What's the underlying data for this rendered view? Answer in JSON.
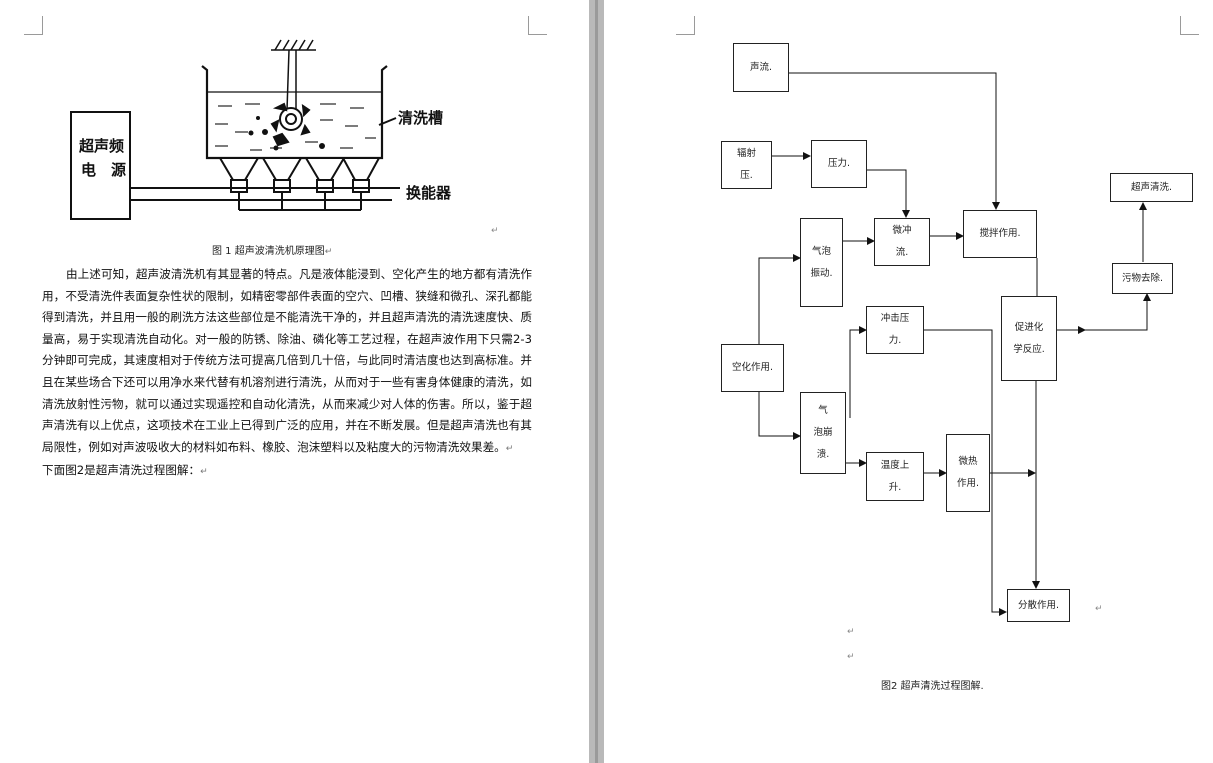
{
  "left_page": {
    "figure1": {
      "label_tank": "清洗槽",
      "label_transducer": "换能器",
      "label_power_line1": "超声频",
      "label_power_line2": "电　源",
      "caption": "图 1  超声波清洗机原理图",
      "caption_mark": "↵"
    },
    "paragraph1": "由上述可知，超声波清洗机有其显著的特点。凡是液体能浸到、空化产生的地方都有清洗作用，不受清洗件表面复杂性状的限制，如精密零部件表面的空穴、凹槽、狭缝和微孔、深孔都能得到清洗，并且用一般的刷洗方法这些部位是不能清洗干净的，并且超声清洗的清洗速度快、质量高，易于实现清洗自动化。对一般的防锈、除油、磷化等工艺过程，在超声波作用下只需2-3分钟即可完成，其速度相对于传统方法可提高几倍到几十倍，与此同时清洁度也达到高标准。并且在某些场合下还可以用净水来代替有机溶剂进行清洗，从而对于一些有害身体健康的清洗，如清洗放射性污物，就可以通过实现遥控和自动化清洗，从而来减少对人体的伤害。所以，鉴于超声清洗有以上优点，这项技术在工业上已得到广泛的应用，并在不断发展。但是超声清洗也有其局限性，例如对声波吸收大的材料如布料、橡胶、泡沫塑料以及粘度大的污物清洗效果差。",
    "paragraph1_mark": "↵",
    "paragraph2": "下面图2是超声清洗过程图解：",
    "paragraph2_mark": "↵",
    "stray_mark": "↵"
  },
  "right_page": {
    "figure2": {
      "boxes": {
        "shengliu": "声流.",
        "fushe_1": "辐射",
        "fushe_2": "压.",
        "yali": "压力.",
        "qipao_1": "气泡",
        "qipao_2": "振动.",
        "weichong_1": "微冲",
        "weichong_2": "流.",
        "jiaoban": "搅拌作用.",
        "kongqi": "空化作用.",
        "chongji_1": "冲击压",
        "chongji_2": "力.",
        "cuijin_1": "促进化",
        "cuijin_2": "学反应.",
        "bengkui_1": "气",
        "bengkui_2": "泡崩",
        "bengkui_3": "溃.",
        "wendu_1": "温度上",
        "wendu_2": "升.",
        "weire_1": "微热",
        "weire_2": "作用.",
        "fensan": "分散作用.",
        "wuwu": "污物去除.",
        "qingxi": "超声清洗."
      },
      "caption": "图2  超声清洗过程图解.",
      "marks": [
        "↵",
        "↵",
        "↵"
      ]
    }
  }
}
